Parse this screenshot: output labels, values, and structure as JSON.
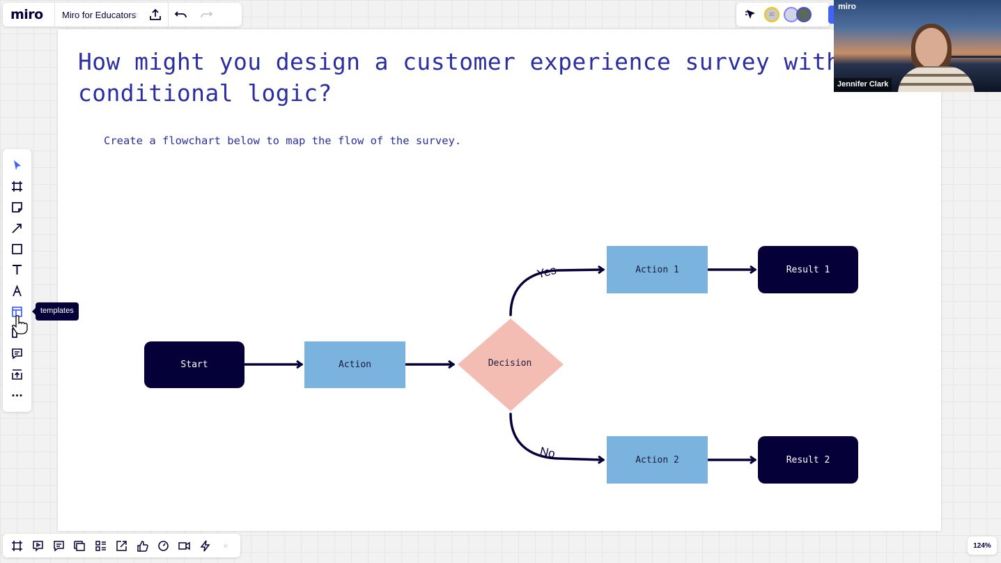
{
  "app": {
    "logo": "miro",
    "board_title": "Miro for Educators",
    "star": "☆"
  },
  "collaborators": {
    "avatar_initials": "JC"
  },
  "video": {
    "logo": "miro",
    "participant_name": "Jennifer Clark"
  },
  "frame": {
    "title": "How might you design a customer experience survey with conditional logic?",
    "subtitle": "Create a flowchart below to map the flow of the survey."
  },
  "flowchart": {
    "start": "Start",
    "action": "Action",
    "decision": "Decision",
    "yes_label": "Yes",
    "no_label": "No",
    "action_1": "Action 1",
    "action_2": "Action 2",
    "result_1": "Result 1",
    "result_2": "Result 2",
    "colors": {
      "dark_node": "#050038",
      "action_node": "#7ab3dd",
      "decision_node": "#f4bdb3",
      "title_text": "#2b2ea0"
    }
  },
  "toolbar": {
    "tooltip": "templates",
    "collapse": "«"
  },
  "zoom": {
    "level": "124%"
  }
}
